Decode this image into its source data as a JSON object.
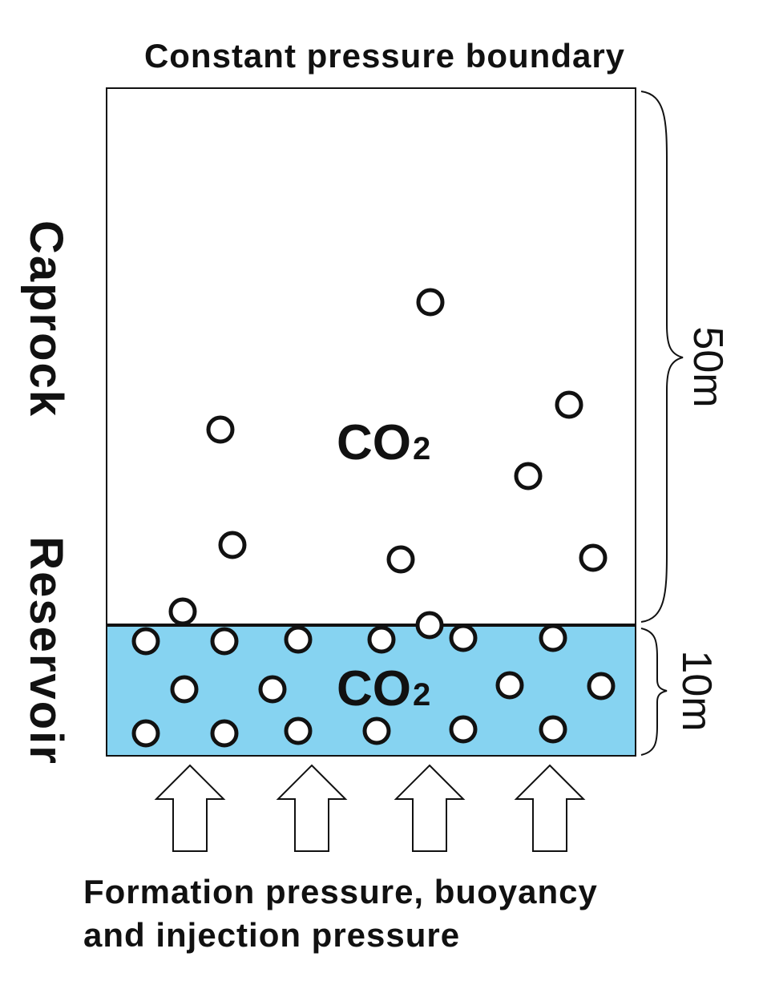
{
  "top_label": "Constant pressure boundary",
  "layers": {
    "caprock": {
      "label": "Caprock",
      "fluid_label": "CO",
      "fluid_subscript": "2",
      "thickness_label": "50m",
      "fill_color": "#ffffff"
    },
    "reservoir": {
      "label": "Reservoir",
      "fluid_label": "CO",
      "fluid_subscript": "2",
      "thickness_label": "10m",
      "fill_color": "#86d3f1"
    }
  },
  "bottom_label": {
    "line1": "Formation pressure, buoyancy",
    "line2": "and injection pressure"
  },
  "arrow_count": 4
}
